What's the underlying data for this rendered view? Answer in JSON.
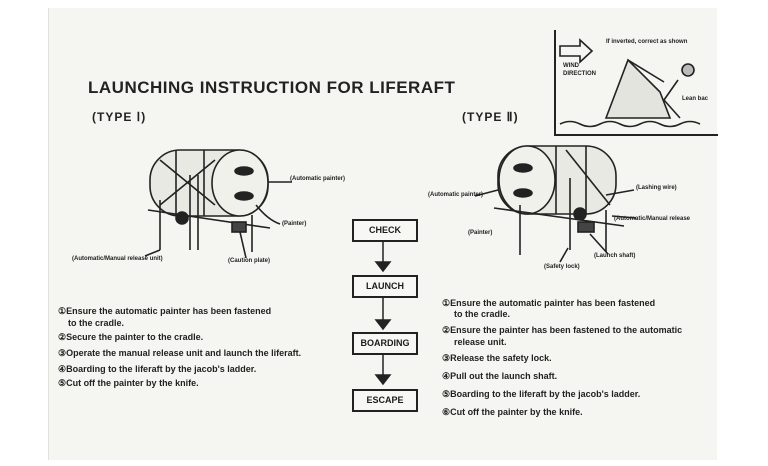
{
  "title": "LAUNCHING INSTRUCTION FOR LIFERAFT",
  "type1": {
    "heading": "(TYPE Ⅰ)",
    "labels": {
      "automatic_painter": "(Automatic painter)",
      "painter": "(Painter)",
      "release_unit": "(Automatic/Manual release unit)",
      "caution_plate": "(Caution plate)"
    },
    "steps": [
      "①Ensure the automatic painter has been fastened",
      "to the cradle.",
      "②Secure the painter to the cradle.",
      "③Operate the manual release unit and launch the liferaft.",
      "④Boarding to the liferaft by the jacob's ladder.",
      "⑤Cut off the painter by the knife."
    ]
  },
  "type2": {
    "heading": "(TYPE Ⅱ)",
    "labels": {
      "automatic_painter": "(Automatic painter)",
      "painter": "(Painter)",
      "lashing_wire": "(Lashing wire)",
      "release": "(Automatic/Manual release",
      "launch_shaft": "(Launch shaft)",
      "safety_lock": "(Safety lock)"
    },
    "steps": [
      "①Ensure the automatic painter has been fastened",
      "to the cradle.",
      "②Ensure the painter has been fastened  to the automatic",
      "release unit.",
      "③Release the safety lock.",
      "④Pull out the launch shaft.",
      "⑤Boarding to the liferaft by the jacob's ladder.",
      "⑥Cut off the painter by the knife."
    ]
  },
  "flow": [
    "CHECK",
    "LAUNCH",
    "BOARDING",
    "ESCAPE"
  ],
  "inset": {
    "note": "If inverted, correct as shown",
    "wind": "WIND",
    "direction": "DIRECTION",
    "lean": "Lean bac"
  }
}
